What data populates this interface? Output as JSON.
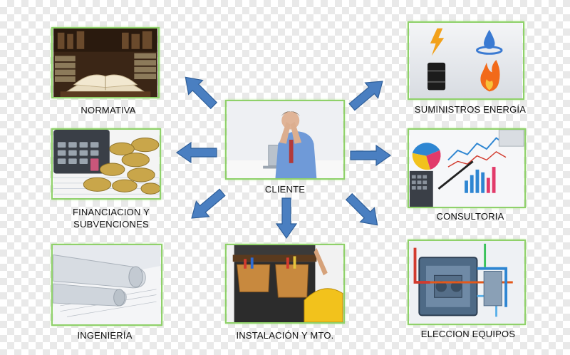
{
  "nodes": {
    "center": {
      "label": "CLIENTE"
    },
    "normativa": {
      "label": "NORMATIVA"
    },
    "financiacion": {
      "label_line1": "FINANCIACION Y",
      "label_line2": "SUBVENCIONES"
    },
    "ingenieria": {
      "label": "INGENIERÍA"
    },
    "instalacion": {
      "label": "INSTALACIÓN Y MTO."
    },
    "consultoria": {
      "label": "CONSULTORIA"
    },
    "suministros": {
      "label": "SUMINISTROS ENERGÍA"
    },
    "elección": {
      "label": "ELECCION EQUIPOS"
    }
  },
  "colors": {
    "arrow_fill": "#4a7fc1",
    "arrow_stroke": "#2f5f9a",
    "frame_border": "#8fd16a"
  }
}
